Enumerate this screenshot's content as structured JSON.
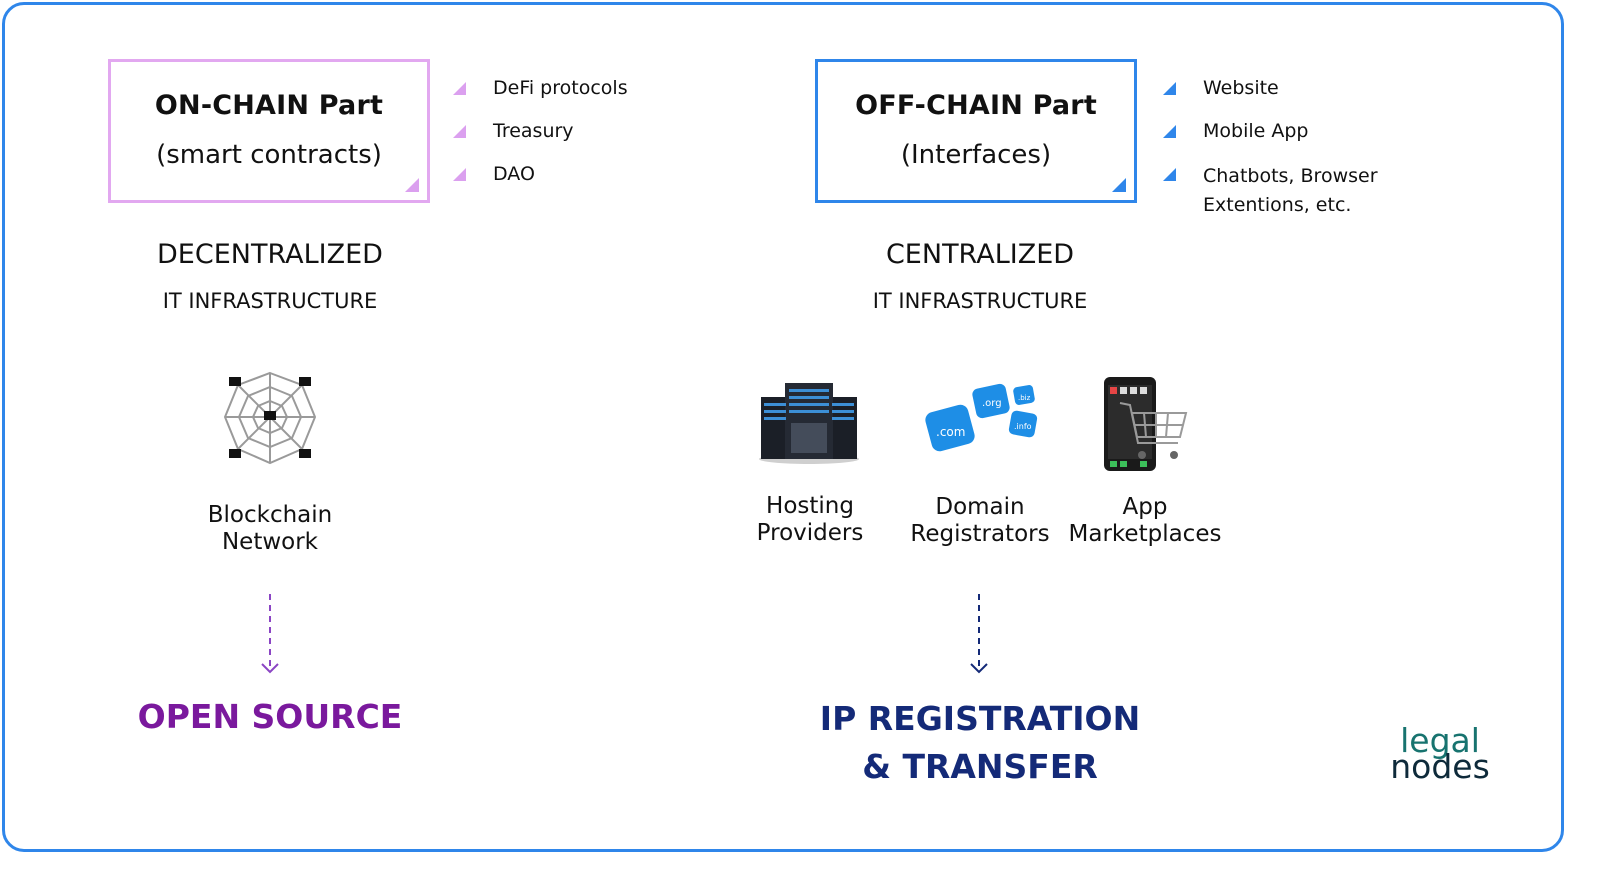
{
  "on_chain": {
    "title": "ON-CHAIN Part",
    "subtitle": "(smart contracts)",
    "bullets": [
      "DeFi protocols",
      "Treasury",
      "DAO"
    ],
    "heading": "DECENTRALIZED",
    "subheading": "IT INFRASTRUCTURE",
    "icon_label_line1": "Blockchain",
    "icon_label_line2": "Network",
    "result": "OPEN SOURCE",
    "accent": "#e2a8f0",
    "result_color": "#7a199d"
  },
  "off_chain": {
    "title": "OFF-CHAIN Part",
    "subtitle": "(Interfaces)",
    "bullets": [
      "Website",
      "Mobile App",
      "Chatbots, Browser",
      "Extentions, etc."
    ],
    "heading": "CENTRALIZED",
    "subheading": "IT INFRASTRUCTURE",
    "items": [
      {
        "line1": "Hosting",
        "line2": "Providers"
      },
      {
        "line1": "Domain",
        "line2": "Registrators"
      },
      {
        "line1": "App",
        "line2": "Marketplaces"
      }
    ],
    "domain_tags": [
      ".com",
      ".org",
      ".biz",
      ".info"
    ],
    "result_line1": "IP REGISTRATION",
    "result_line2": "& TRANSFER",
    "accent": "#2f86ea",
    "result_color": "#142a78"
  },
  "logo": {
    "line1": "legal",
    "line2": "nodes"
  },
  "icons": {
    "network": "blockchain-network-icon",
    "servers": "server-rack-icon",
    "domains": "domain-cubes-icon",
    "marketplace": "phone-shopping-cart-icon"
  }
}
